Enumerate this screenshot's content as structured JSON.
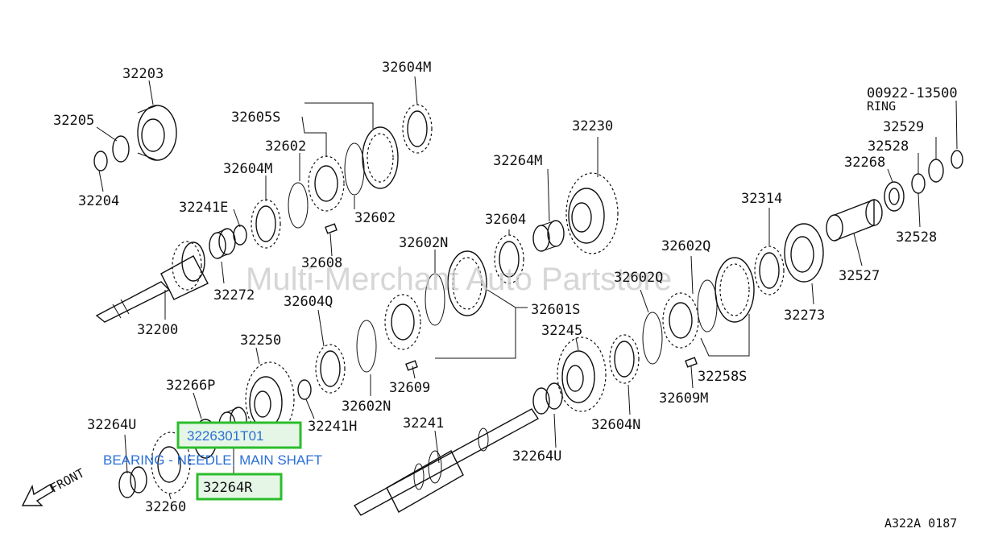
{
  "watermark": "Multi-Merchant Auto Partstore",
  "diagram_code": "A322A 0187",
  "front_label": "FRONT",
  "highlight": {
    "part_number": "3226301T01",
    "description": "BEARING - NEEDLE, MAIN SHAFT",
    "ref_label": "32264R"
  },
  "callouts": [
    "32203",
    "32205",
    "32204",
    "32604M",
    "32605S",
    "32602",
    "32604M",
    "32241E",
    "32602",
    "32608",
    "32272",
    "32200",
    "32264M",
    "32230",
    "32604",
    "32602N",
    "32601S",
    "32604Q",
    "32609",
    "32602N",
    "32250",
    "32241H",
    "32266P",
    "32264U",
    "32260",
    "32241",
    "32245",
    "32602Q",
    "32602Q",
    "32604N",
    "32609M",
    "32258S",
    "32264U",
    "32314",
    "32273",
    "32527",
    "32268",
    "32528",
    "32529",
    "32528"
  ],
  "ring_part": {
    "number": "00922-13500",
    "name": "RING"
  }
}
